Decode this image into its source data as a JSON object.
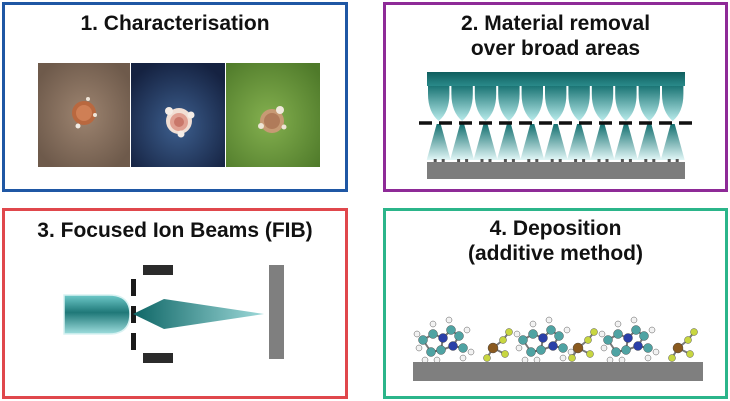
{
  "colors": {
    "panel1_border": "#1f57a4",
    "panel2_border": "#8e2a97",
    "panel3_border": "#e0474c",
    "panel4_border": "#2bb58a",
    "beam_teal": "#1a7a7a",
    "substrate_gray": "#808080"
  },
  "panels": [
    {
      "id": "characterisation",
      "title": "1. Characterisation"
    },
    {
      "id": "material-removal",
      "title_lines": [
        "2. Material removal",
        "over broad areas"
      ]
    },
    {
      "id": "focused-ion-beams",
      "title": "3. Focused Ion Beams (FIB)"
    },
    {
      "id": "deposition",
      "title_lines": [
        "4. Deposition",
        "(additive method)"
      ]
    }
  ],
  "photos": [
    {
      "name": "brown-sample-photo",
      "background": "#8c7462"
    },
    {
      "name": "blue-sample-photo",
      "background": "#253a6a"
    },
    {
      "name": "green-sample-photo",
      "background": "#6f9a3e"
    }
  ],
  "icons": {
    "broad_beam": "broad-ion-source-icon",
    "fib_column": "fib-column-icon",
    "molecules": "precursor-molecules-icon"
  }
}
